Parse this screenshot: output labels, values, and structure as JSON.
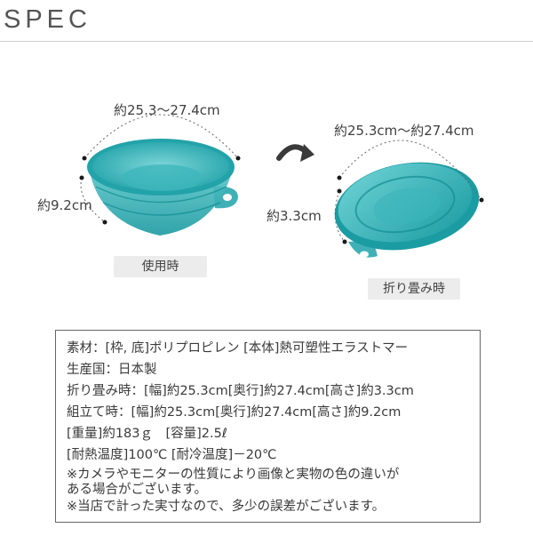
{
  "header": {
    "title": "SPEC"
  },
  "illustration": {
    "in_use": {
      "width_label": "約25.3〜27.4cm",
      "height_label": "約9.2cm",
      "badge": "使用時"
    },
    "folded": {
      "width_label": "約25.3cm〜約27.4cm",
      "height_label": "約3.3cm",
      "badge": "折り畳み時"
    },
    "colors": {
      "bowl": "#2aa9ae",
      "bowl_dark": "#0f8d93",
      "accent_dot": "#1a1a1a"
    }
  },
  "spec": {
    "lines": [
      "素材：[枠, 底]ポリプロピレン [本体]熱可塑性エラストマー",
      "生産国：日本製",
      "折り畳み時：[幅]約25.3cm[奥行]約27.4cm[高さ]約3.3cm",
      "組立て時：[幅]約25.3cm[奥行]約27.4cm[高さ]約9.2cm",
      "[重量]約183ｇ　[容量]2.5ℓ",
      "[耐熱温度]100℃ [耐冷温度]－20℃"
    ],
    "note1": "※カメラやモニターの性質により画像と実物の色の違いが\nある場合がございます。",
    "note2": "※当店で計った実寸なので、多少の誤差がございます。"
  }
}
